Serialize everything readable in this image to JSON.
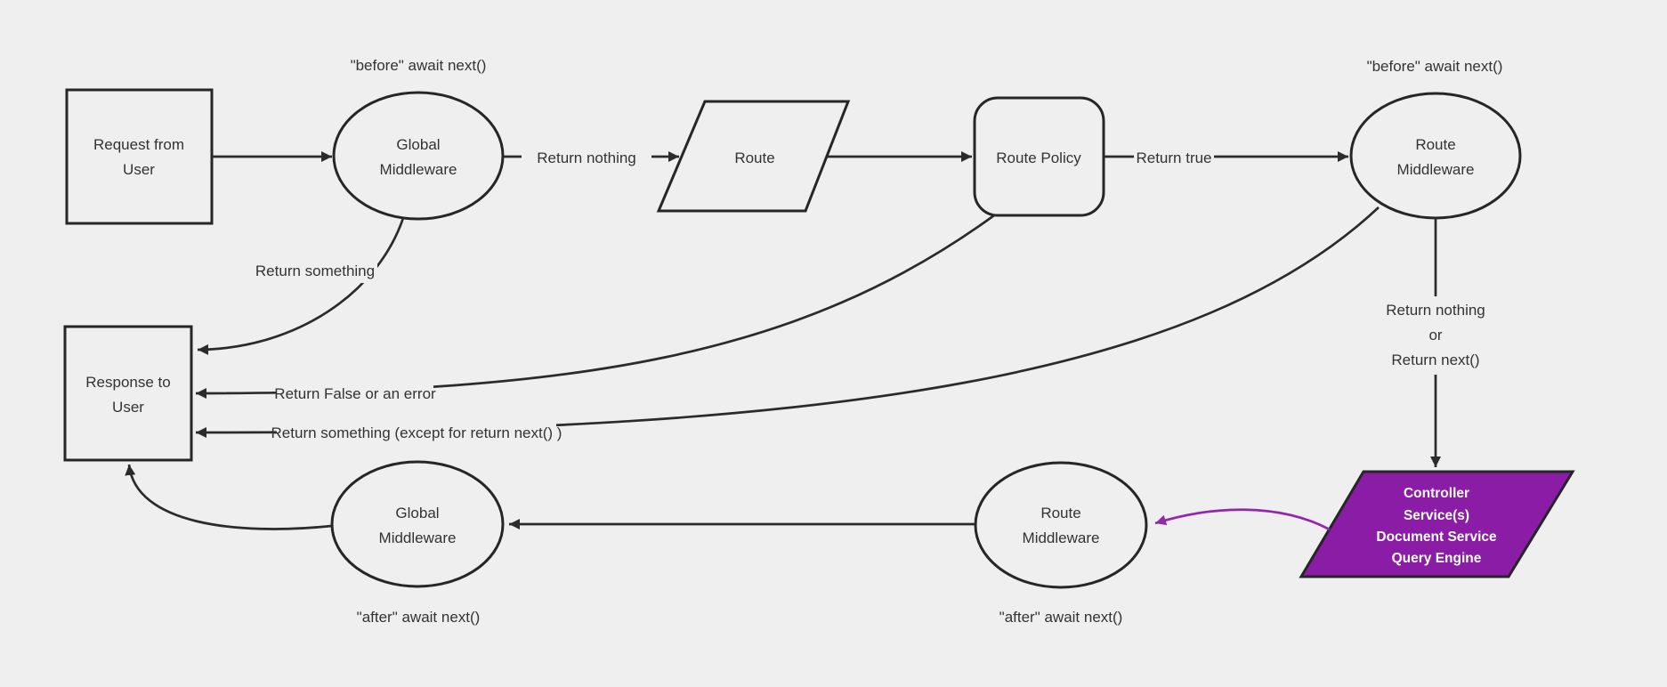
{
  "diagram": {
    "nodes": {
      "request_from_user": {
        "lines": [
          "Request from",
          "User"
        ]
      },
      "global_middleware_top": {
        "lines": [
          "Global",
          "Middleware"
        ]
      },
      "route": {
        "lines": [
          "Route"
        ]
      },
      "route_policy": {
        "lines": [
          "Route Policy"
        ]
      },
      "route_middleware_top": {
        "lines": [
          "Route",
          "Middleware"
        ]
      },
      "response_to_user": {
        "lines": [
          "Response to",
          "User"
        ]
      },
      "global_middleware_bottom": {
        "lines": [
          "Global",
          "Middleware"
        ]
      },
      "route_middleware_bottom": {
        "lines": [
          "Route",
          "Middleware"
        ]
      },
      "controller_services": {
        "lines": [
          "Controller",
          "Service(s)",
          "Document Service",
          "Query Engine"
        ]
      }
    },
    "edge_labels": {
      "before_top_left": "\"before\" await next()",
      "before_top_right": "\"before\" await next()",
      "after_bottom_left": "\"after\" await next()",
      "after_bottom_right": "\"after\" await next()",
      "return_nothing": "Return nothing",
      "return_true": "Return true",
      "return_something": "Return something",
      "return_false_or_error": "Return False or an error",
      "return_something_except": "Return something (except for return next() )",
      "return_nothing_or": {
        "lines": [
          "Return nothing",
          "or",
          "Return next()"
        ]
      }
    },
    "colors": {
      "background": "#efefef",
      "node_fill": "#efefef",
      "node_stroke": "#262626",
      "edge_stroke": "#2b2b2b",
      "text": "#333333",
      "purple_fill": "#8a1ca6",
      "purple_stroke": "#9327ad",
      "purple_text": "#ffffff"
    }
  }
}
